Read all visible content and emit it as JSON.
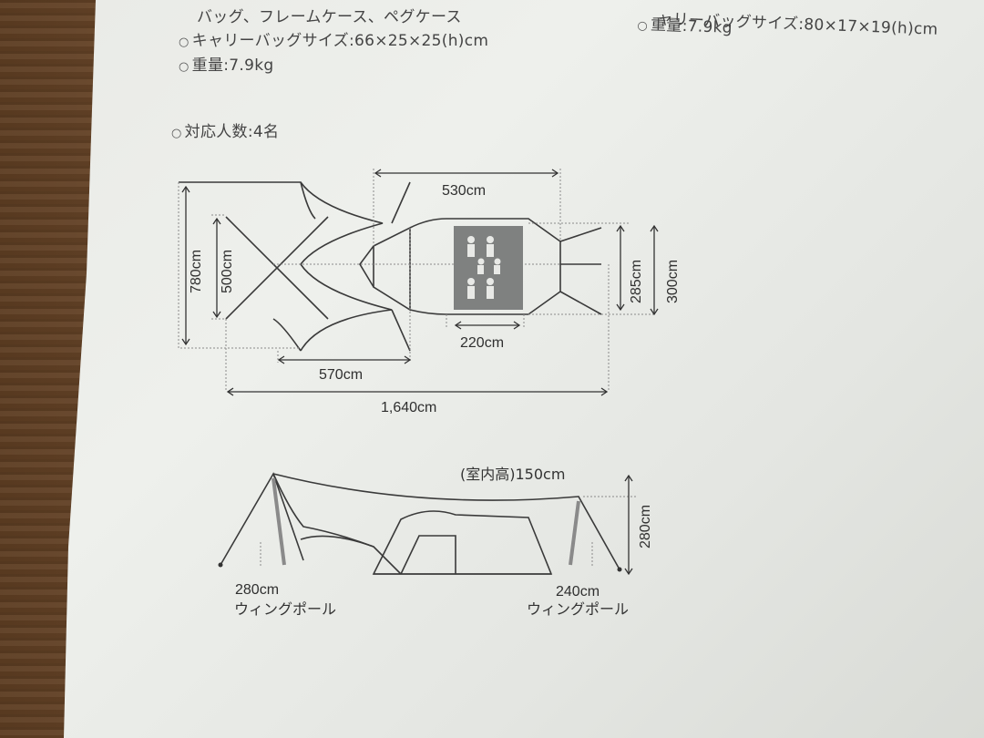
{
  "specs_left": {
    "line1": "バッグ、フレームケース、ペグケース",
    "carry_bag_size": "キャリーバッグサイズ:66×25×25(h)cm",
    "weight": "重量:7.9kg"
  },
  "specs_right": {
    "carry_bag_size": "ャリーバッグサイズ:80×17×19(h)cm",
    "weight": "重量:7.9kg"
  },
  "capacity": "対応人数:4名",
  "plan_view": {
    "dim_top": "530cm",
    "dim_780": "780cm",
    "dim_500": "500cm",
    "dim_285": "285cm",
    "dim_300": "300cm",
    "dim_220": "220cm",
    "dim_570": "570cm",
    "dim_total": "1,640cm"
  },
  "side_view": {
    "inner_height": "(室内高)150cm",
    "height": "280cm",
    "left_pole_size": "280cm",
    "left_pole_label": "ウィングポール",
    "right_pole_size": "240cm",
    "right_pole_label": "ウィングポール"
  },
  "colors": {
    "line": "#3a3a3a",
    "guide": "#8a8a8a",
    "pictogram": "#7f8180"
  }
}
